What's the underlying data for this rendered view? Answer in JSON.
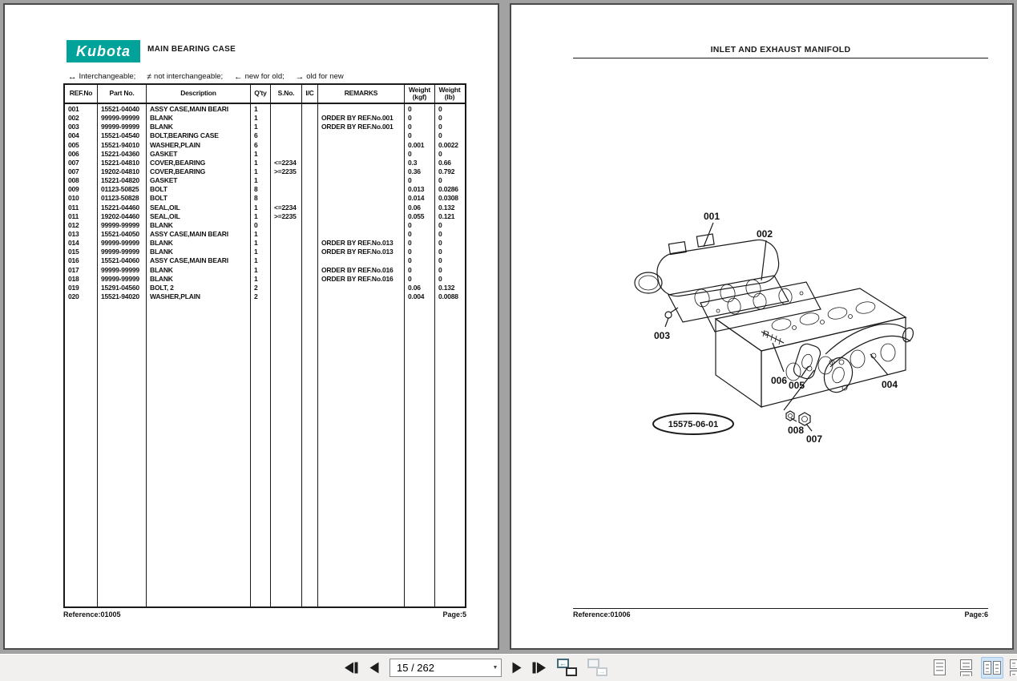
{
  "left_page": {
    "brand_logo": "Kubota",
    "title": "MAIN BEARING CASE",
    "legend": [
      {
        "symbol": "↔",
        "text": "Interchangeable;"
      },
      {
        "symbol": "≠",
        "text": "not interchangeable;"
      },
      {
        "symbol": "←",
        "text": "new for old;"
      },
      {
        "symbol": "→",
        "text": "old for new"
      }
    ],
    "table": {
      "headers": [
        "REF.No",
        "Part No.",
        "Description",
        "Q'ty",
        "S.No.",
        "I/C",
        "REMARKS",
        "Weight\n(kgf)",
        "Weight\n(lb)"
      ],
      "rows": [
        [
          "001",
          "15521-04040",
          "ASSY CASE,MAIN BEARI",
          "1",
          "",
          "",
          "",
          "0",
          "0"
        ],
        [
          "002",
          "99999-99999",
          "BLANK",
          "1",
          "",
          "",
          "ORDER BY REF.No.001",
          "0",
          "0"
        ],
        [
          "003",
          "99999-99999",
          "BLANK",
          "1",
          "",
          "",
          "ORDER BY REF.No.001",
          "0",
          "0"
        ],
        [
          "004",
          "15521-04540",
          "BOLT,BEARING CASE",
          "6",
          "",
          "",
          "",
          "0",
          "0"
        ],
        [
          "005",
          "15521-94010",
          "WASHER,PLAIN",
          "6",
          "",
          "",
          "",
          "0.001",
          "0.0022"
        ],
        [
          "006",
          "15221-04360",
          "GASKET",
          "1",
          "",
          "",
          "",
          "0",
          "0"
        ],
        [
          "007",
          "15221-04810",
          "COVER,BEARING",
          "1",
          "<=2234",
          "",
          "",
          "0.3",
          "0.66"
        ],
        [
          "007",
          "19202-04810",
          "COVER,BEARING",
          "1",
          ">=2235",
          "",
          "",
          "0.36",
          "0.792"
        ],
        [
          "008",
          "15221-04820",
          "GASKET",
          "1",
          "",
          "",
          "",
          "0",
          "0"
        ],
        [
          "009",
          "01123-50825",
          "BOLT",
          "8",
          "",
          "",
          "",
          "0.013",
          "0.0286"
        ],
        [
          "010",
          "01123-50828",
          "BOLT",
          "8",
          "",
          "",
          "",
          "0.014",
          "0.0308"
        ],
        [
          "011",
          "15221-04460",
          "SEAL,OIL",
          "1",
          "<=2234",
          "",
          "",
          "0.06",
          "0.132"
        ],
        [
          "011",
          "19202-04460",
          "SEAL,OIL",
          "1",
          ">=2235",
          "",
          "",
          "0.055",
          "0.121"
        ],
        [
          "012",
          "99999-99999",
          "BLANK",
          "0",
          "",
          "",
          "",
          "0",
          "0"
        ],
        [
          "013",
          "15521-04050",
          "ASSY CASE,MAIN BEARI",
          "1",
          "",
          "",
          "",
          "0",
          "0"
        ],
        [
          "014",
          "99999-99999",
          "BLANK",
          "1",
          "",
          "",
          "ORDER BY REF.No.013",
          "0",
          "0"
        ],
        [
          "015",
          "99999-99999",
          "BLANK",
          "1",
          "",
          "",
          "ORDER BY REF.No.013",
          "0",
          "0"
        ],
        [
          "016",
          "15521-04060",
          "ASSY CASE,MAIN BEARI",
          "1",
          "",
          "",
          "",
          "0",
          "0"
        ],
        [
          "017",
          "99999-99999",
          "BLANK",
          "1",
          "",
          "",
          "ORDER BY REF.No.016",
          "0",
          "0"
        ],
        [
          "018",
          "99999-99999",
          "BLANK",
          "1",
          "",
          "",
          "ORDER BY REF.No.016",
          "0",
          "0"
        ],
        [
          "019",
          "15291-04560",
          "BOLT, 2",
          "2",
          "",
          "",
          "",
          "0.06",
          "0.132"
        ],
        [
          "020",
          "15521-94020",
          "WASHER,PLAIN",
          "2",
          "",
          "",
          "",
          "0.004",
          "0.0088"
        ]
      ]
    },
    "footer": {
      "reference": "Reference:01005",
      "page": "Page:5"
    }
  },
  "right_page": {
    "title": "INLET AND EXHAUST MANIFOLD",
    "figure": {
      "callouts": [
        "001",
        "002",
        "003",
        "004",
        "005",
        "006",
        "007",
        "008"
      ],
      "drawing_number": "15575-06-01"
    },
    "footer": {
      "reference": "Reference:01006",
      "page": "Page:6"
    }
  },
  "toolbar": {
    "page_indicator": "15 / 262",
    "layout_modes": [
      "single-page",
      "continuous",
      "two-page",
      "two-page-continuous"
    ],
    "selected_layout": "two-page",
    "accent_teal": "#00a29a",
    "selection_blue": "#cfe4f7"
  }
}
